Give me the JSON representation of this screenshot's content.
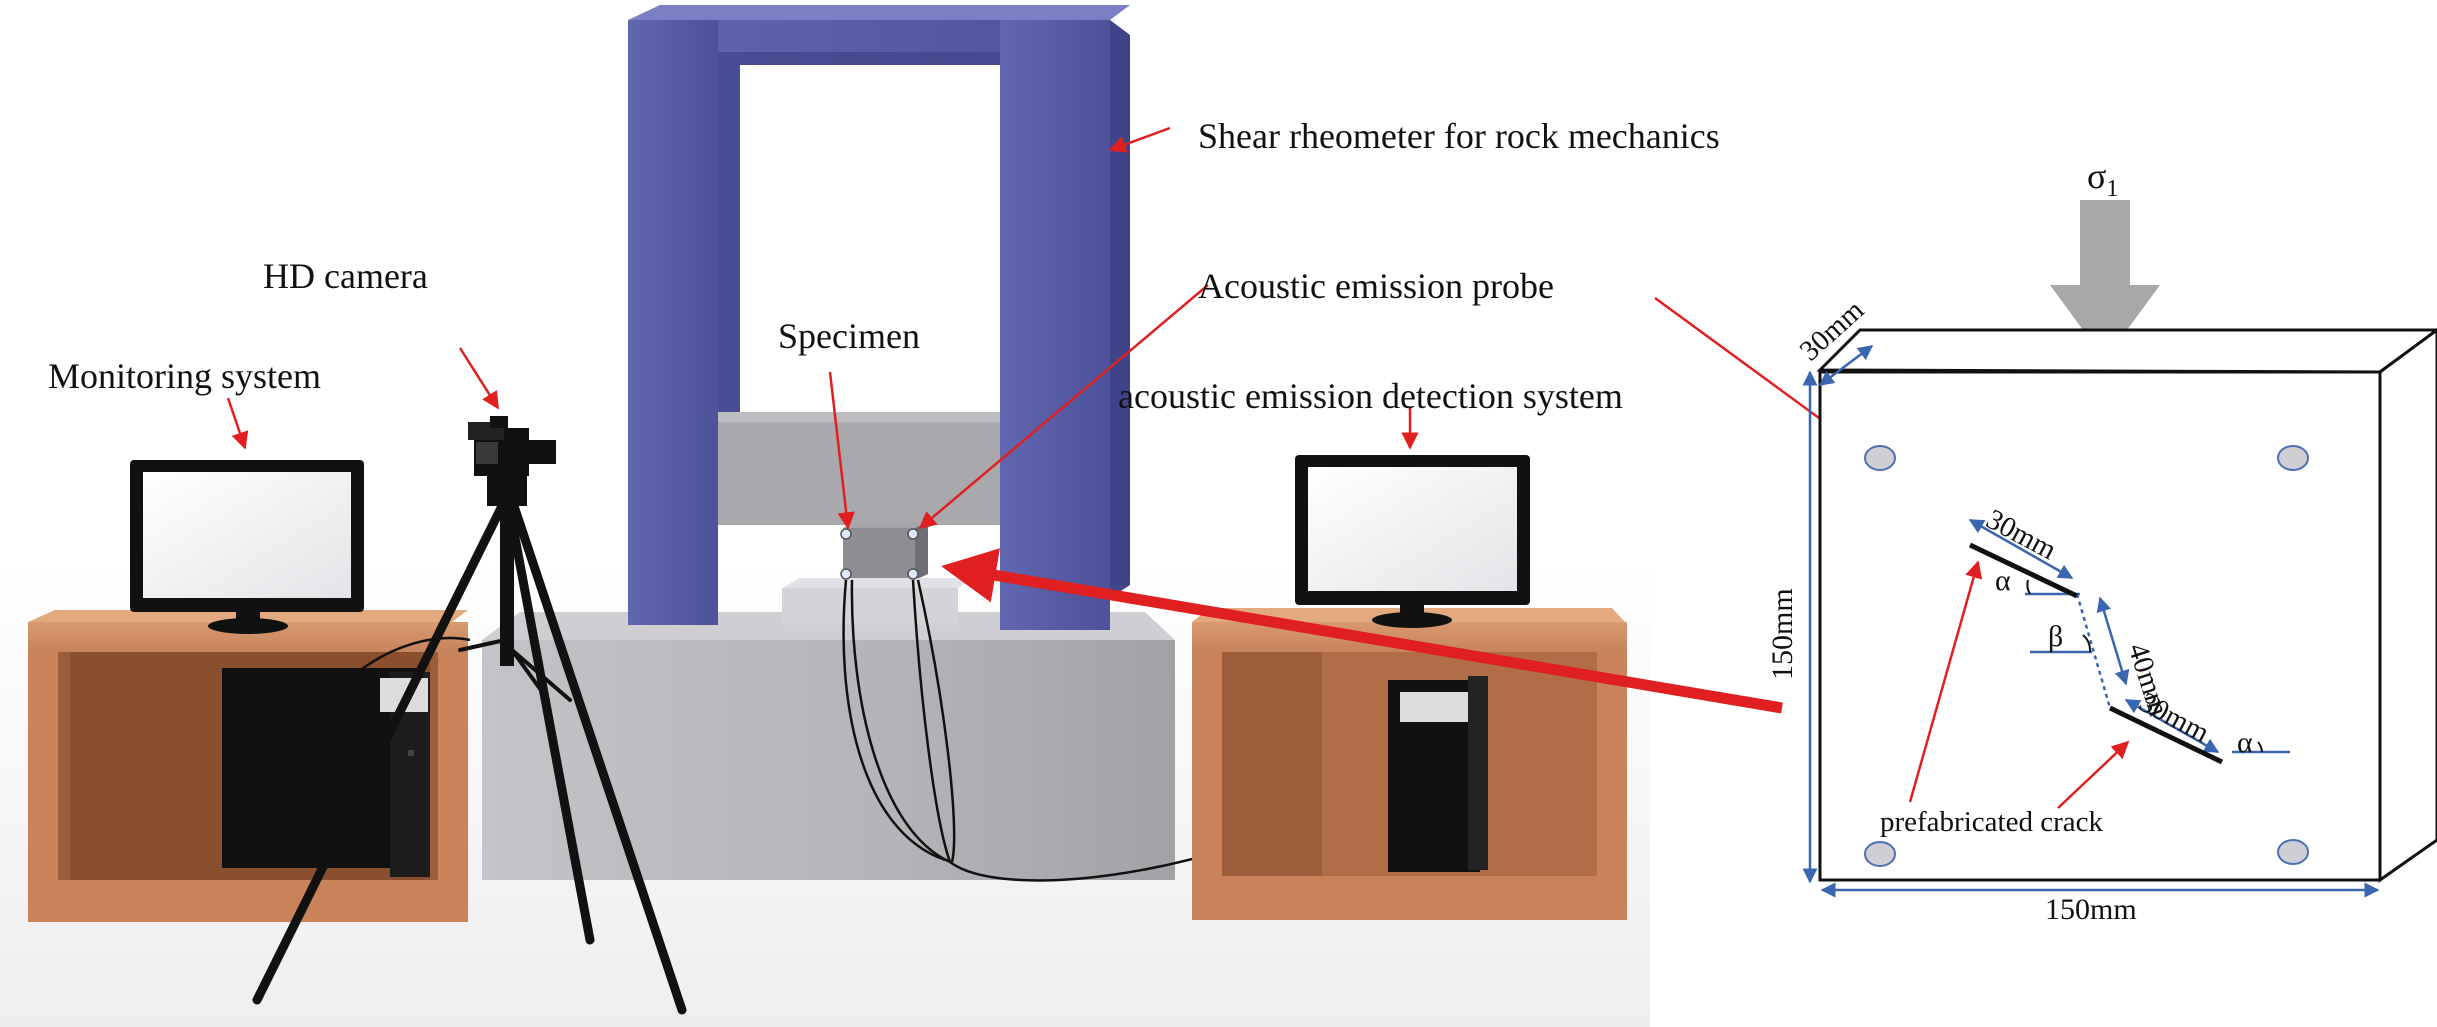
{
  "labels": {
    "shear_rheometer": "Shear rheometer for rock mechanics",
    "hd_camera": "HD camera",
    "monitoring_system": "Monitoring system",
    "specimen": "Specimen",
    "ae_probe": "Acoustic emission probe",
    "ae_detection_system": "acoustic emission detection system",
    "prefabricated_crack": "prefabricated crack"
  },
  "specimen_diagram": {
    "load": "σ",
    "load_subscript": "1",
    "thickness": "30mm",
    "height": "150mm",
    "width": "150mm",
    "crack_length_upper": "30mm",
    "bridge_length": "40mm",
    "crack_length_lower": "30mm",
    "angle_alpha_upper": "α",
    "angle_beta": "β",
    "angle_alpha_lower": "α"
  },
  "colors": {
    "frame": "#5a5fa8",
    "frame_dark": "#3f4488",
    "frame_light": "#7b80c4",
    "base": "#b8b8bc",
    "desk": "#c9825a",
    "desk_dark": "#9c5d3a",
    "arrow_red": "#e02020",
    "dimension_blue": "#3a66b0",
    "load_arrow": "#a8a8a8"
  }
}
